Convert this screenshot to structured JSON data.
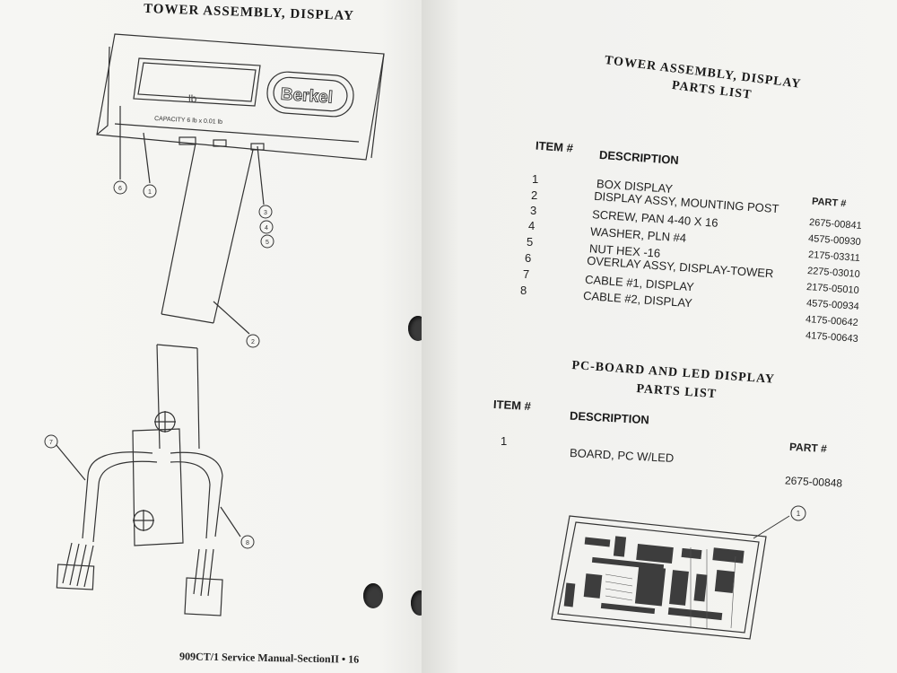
{
  "left_page": {
    "title": "TOWER ASSEMBLY, DISPLAY",
    "display_unit": "lb",
    "capacity": "CAPACITY 6 lb x 0.01 lb",
    "brand": "Berkel",
    "callouts": [
      "6",
      "1",
      "3",
      "4",
      "5",
      "2",
      "7",
      "8"
    ],
    "footer": "909CT/1  Service Manual-SectionII • 16"
  },
  "right_page": {
    "parts_title_1": "TOWER ASSEMBLY, DISPLAY",
    "parts_title_2": "PARTS LIST",
    "headers": {
      "item": "ITEM #",
      "description": "DESCRIPTION",
      "part": "PART #"
    },
    "parts": [
      {
        "item": "1",
        "description": "BOX DISPLAY",
        "part": "2675-00841"
      },
      {
        "item": "2",
        "description": "DISPLAY ASSY, MOUNTING POST",
        "part": "4575-00930"
      },
      {
        "item": "3",
        "description": "SCREW, PAN    4-40 X 16",
        "part": "2175-03311"
      },
      {
        "item": "4",
        "description": "WASHER, PLN  #4",
        "part": "2275-03010"
      },
      {
        "item": "5",
        "description": "NUT  HEX  -16",
        "part": "2175-05010"
      },
      {
        "item": "6",
        "description": "OVERLAY ASSY, DISPLAY-TOWER",
        "part": "4575-00934"
      },
      {
        "item": "7",
        "description": "CABLE #1,  DISPLAY",
        "part": "4175-00642"
      },
      {
        "item": "8",
        "description": "CABLE #2,  DISPLAY",
        "part": "4175-00643"
      }
    ],
    "pcb_title_1": "PC-BOARD AND LED DISPLAY",
    "pcb_title_2": "PARTS LIST",
    "pcb_headers": {
      "item": "ITEM #",
      "description": "DESCRIPTION",
      "part": "PART #"
    },
    "pcb_parts": [
      {
        "item": "1",
        "description": "BOARD, PC W/LED",
        "part": "2675-00848"
      }
    ],
    "pcb_callout": "1"
  }
}
